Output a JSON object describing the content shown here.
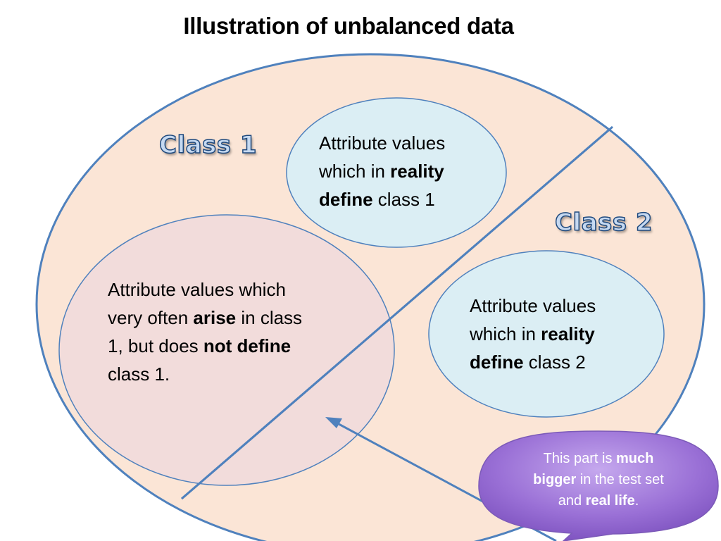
{
  "title": "Illustration of unbalanced data",
  "class1_label": "Class 1",
  "class2_label": "Class 2",
  "define_class1": {
    "l1": "Attribute values",
    "l2_pre": "which in ",
    "l2_bold": "reality",
    "l3_bold": "define",
    "l3_post": " class 1"
  },
  "define_class2": {
    "l1": "Attribute values",
    "l2_pre": "which in ",
    "l2_bold": "reality",
    "l3_bold": "define",
    "l3_post": " class 2"
  },
  "arise_class1": {
    "l1": "Attribute values which",
    "l2_pre": "very often ",
    "l2_bold": "arise",
    "l2_post": " in class",
    "l3_pre": "1, but does ",
    "l3_bold": "not define",
    "l4": "class 1."
  },
  "callout": {
    "l1_pre": "This part is ",
    "l1_bold": "much",
    "l2_bold": "bigger",
    "l2_post": " in the test set",
    "l3_pre": "and ",
    "l3_bold": "real life",
    "l3_post": "."
  },
  "colors": {
    "outer_fill": "#fbe5d6",
    "outline": "#4f81bd",
    "define_fill": "#dbeef4",
    "arise_fill": "#f2dcdb",
    "callout_fill": "#9b6fd1"
  }
}
